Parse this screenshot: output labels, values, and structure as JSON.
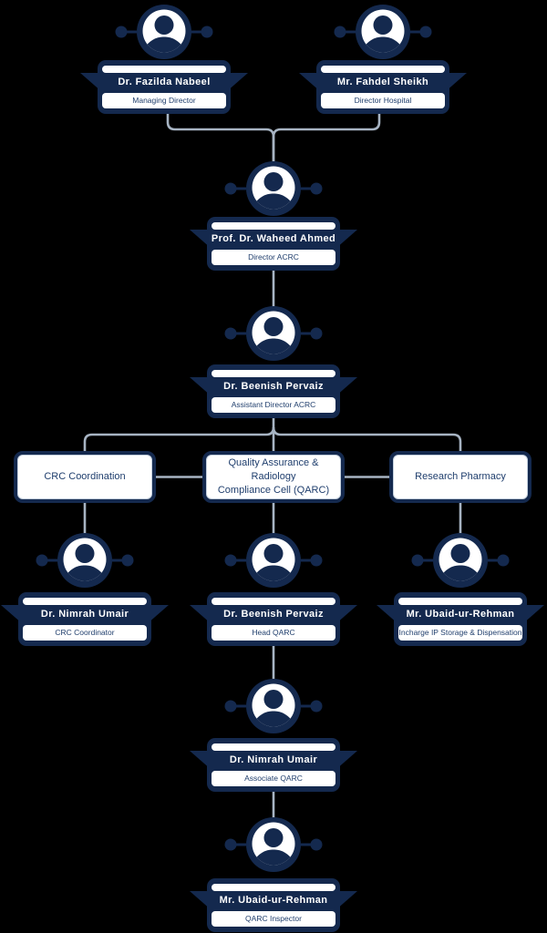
{
  "chart_type": "org-chart",
  "people": [
    {
      "name": "Dr. Fazilda Nabeel",
      "title": "Managing Director"
    },
    {
      "name": "Mr. Fahdel Sheikh",
      "title": "Director Hospital"
    },
    {
      "name": "Prof. Dr. Waheed Ahmed",
      "title": "Director ACRC"
    },
    {
      "name": "Dr. Beenish Pervaiz",
      "title": "Assistant Director ACRC"
    },
    {
      "name": "Dr. Nimrah Umair",
      "title": "CRC Coordinator"
    },
    {
      "name": "Dr. Beenish Pervaiz",
      "title": "Head QARC"
    },
    {
      "name": "Mr. Ubaid-ur-Rehman",
      "title": "Incharge IP Storage & Dispensation"
    },
    {
      "name": "Dr. Nimrah Umair",
      "title": "Associate QARC"
    },
    {
      "name": "Mr. Ubaid-ur-Rehman",
      "title": "QARC Inspector"
    }
  ],
  "departments": [
    {
      "lines": [
        "CRC Coordination",
        ""
      ]
    },
    {
      "lines": [
        "Quality Assurance & Radiology",
        "Compliance Cell (QARC)"
      ]
    },
    {
      "lines": [
        "Research Pharmacy",
        ""
      ]
    }
  ],
  "icons": {
    "avatar": "person-silhouette-icon",
    "avatar_side_dots": "connector-dot"
  },
  "colors": {
    "navy": "#14294e",
    "white": "#ffffff",
    "connector_line": "#a7b4c3",
    "title_text": "#22406e",
    "background": "#000000"
  }
}
